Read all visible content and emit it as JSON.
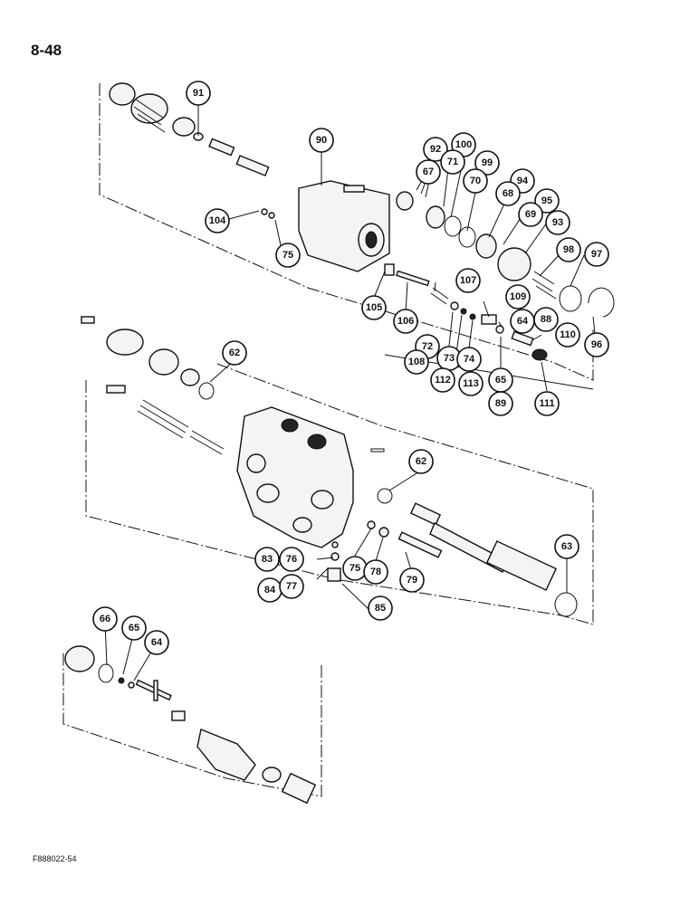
{
  "page": {
    "number": "8-48",
    "figure_code": "F888022-54"
  },
  "callouts": [
    "91",
    "90",
    "92",
    "100",
    "67",
    "71",
    "99",
    "70",
    "94",
    "68",
    "95",
    "69",
    "93",
    "98",
    "97",
    "104",
    "75",
    "105",
    "106",
    "107",
    "109",
    "64",
    "88",
    "110",
    "72",
    "108",
    "73",
    "112",
    "74",
    "113",
    "65",
    "89",
    "111",
    "96",
    "62",
    "62",
    "63",
    "83",
    "76",
    "75",
    "78",
    "79",
    "84",
    "77",
    "85",
    "66",
    "65",
    "64"
  ]
}
